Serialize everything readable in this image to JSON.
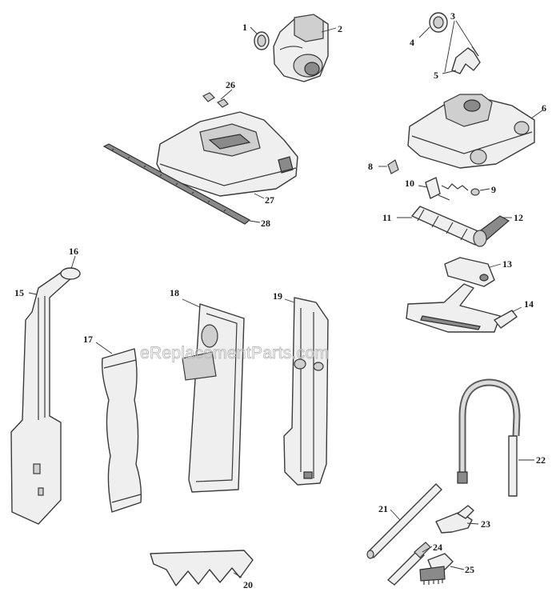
{
  "watermark": "eReplacementParts.com",
  "parts": [
    {
      "n": "1"
    },
    {
      "n": "2"
    },
    {
      "n": "3"
    },
    {
      "n": "4"
    },
    {
      "n": "5"
    },
    {
      "n": "6"
    },
    {
      "n": "8"
    },
    {
      "n": "9"
    },
    {
      "n": "10"
    },
    {
      "n": "11"
    },
    {
      "n": "12"
    },
    {
      "n": "13"
    },
    {
      "n": "14"
    },
    {
      "n": "15"
    },
    {
      "n": "16"
    },
    {
      "n": "17"
    },
    {
      "n": "18"
    },
    {
      "n": "19"
    },
    {
      "n": "20"
    },
    {
      "n": "21"
    },
    {
      "n": "22"
    },
    {
      "n": "23"
    },
    {
      "n": "24"
    },
    {
      "n": "25"
    },
    {
      "n": "26"
    },
    {
      "n": "27"
    },
    {
      "n": "28"
    }
  ]
}
